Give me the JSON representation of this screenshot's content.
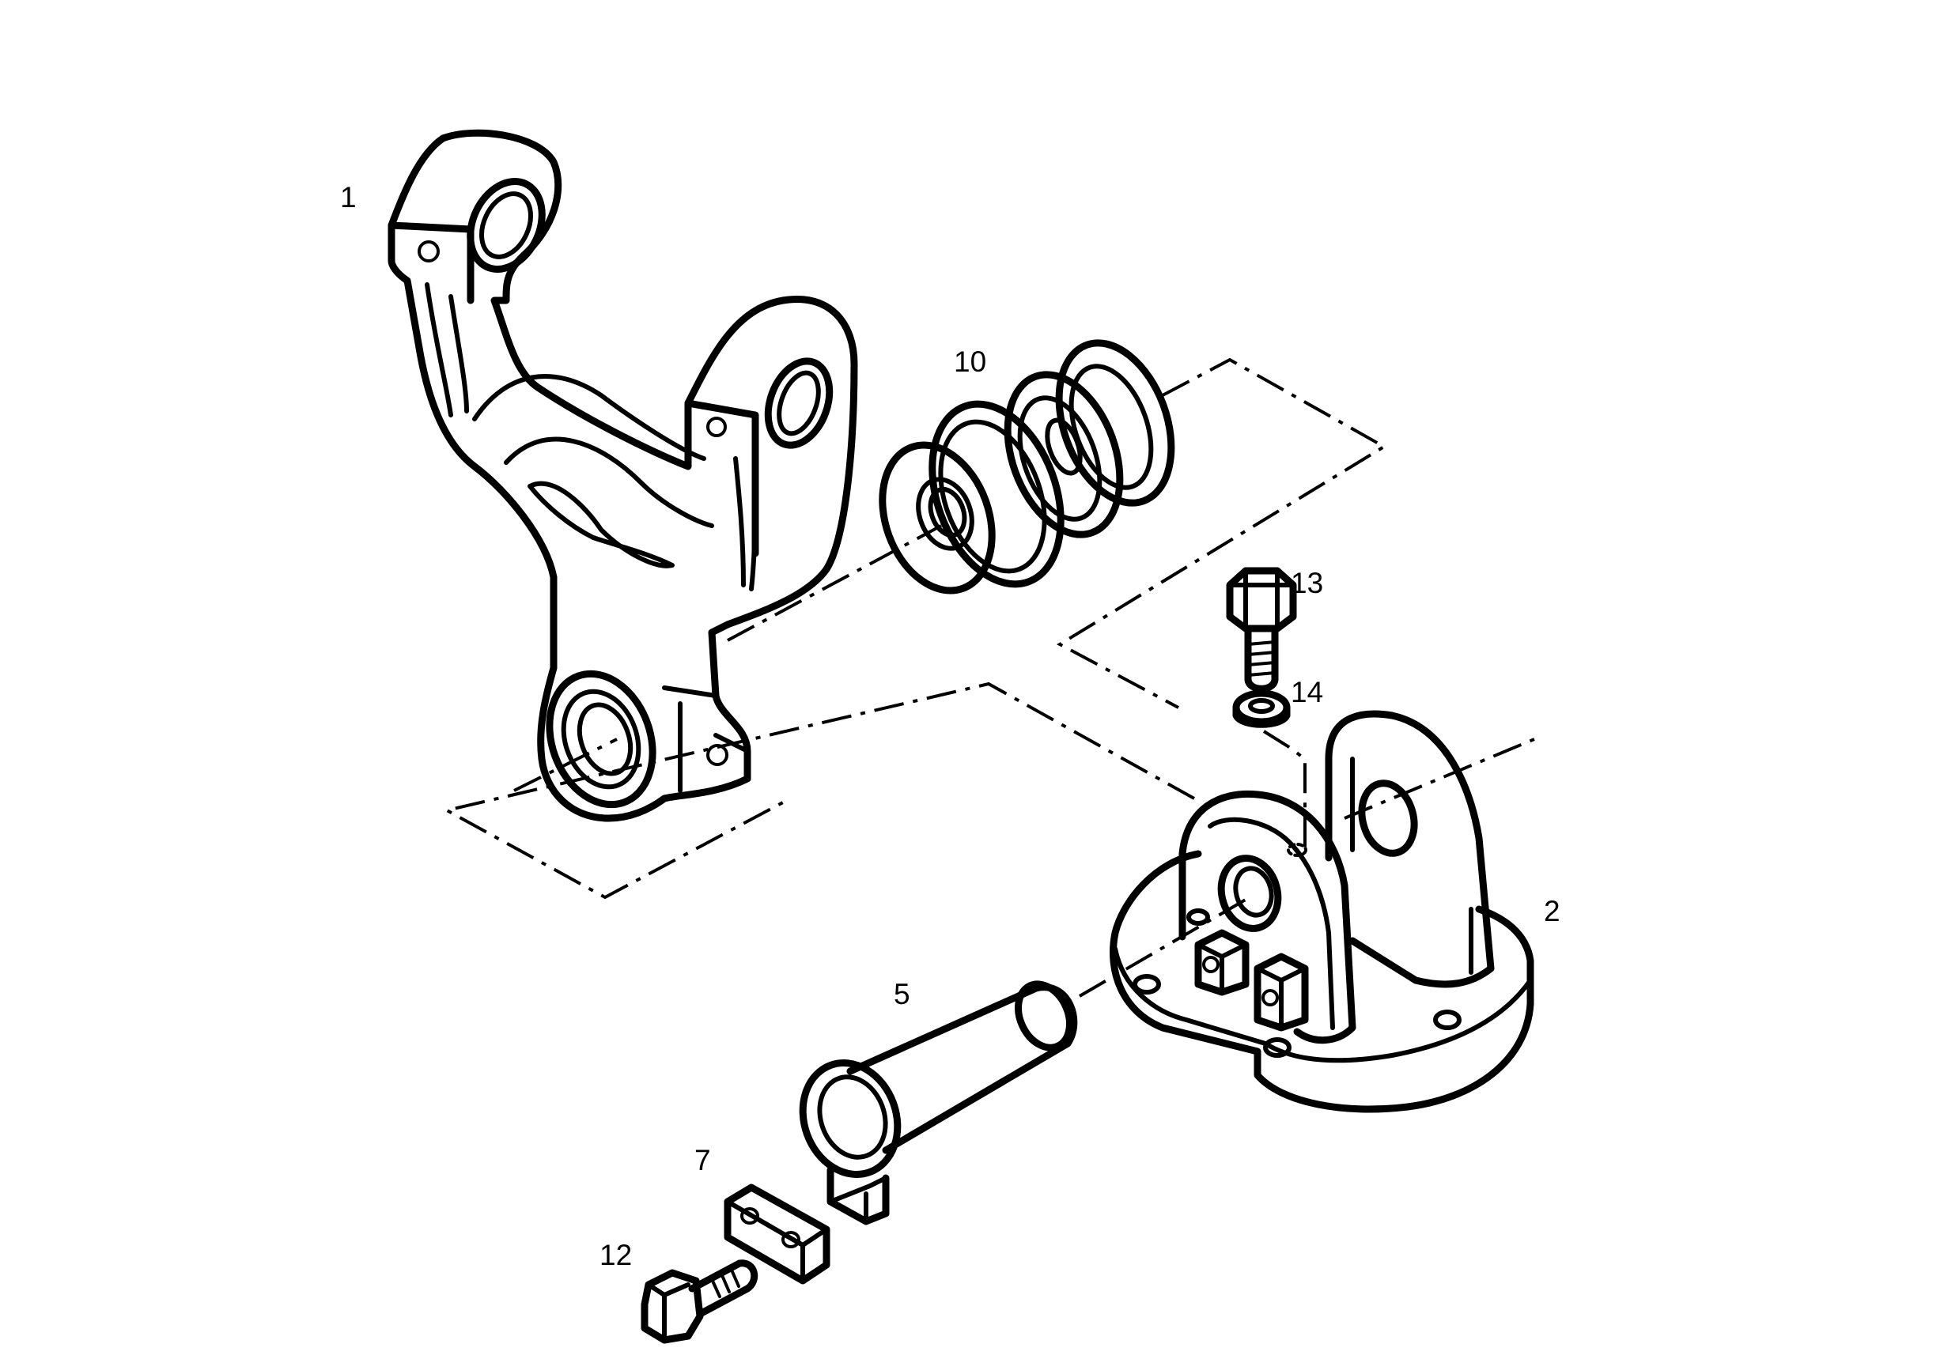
{
  "callouts": {
    "part_1": "1",
    "part_2": "2",
    "part_5": "5",
    "part_7": "7",
    "part_10": "10",
    "part_12": "12",
    "part_13": "13",
    "part_14": "14"
  }
}
